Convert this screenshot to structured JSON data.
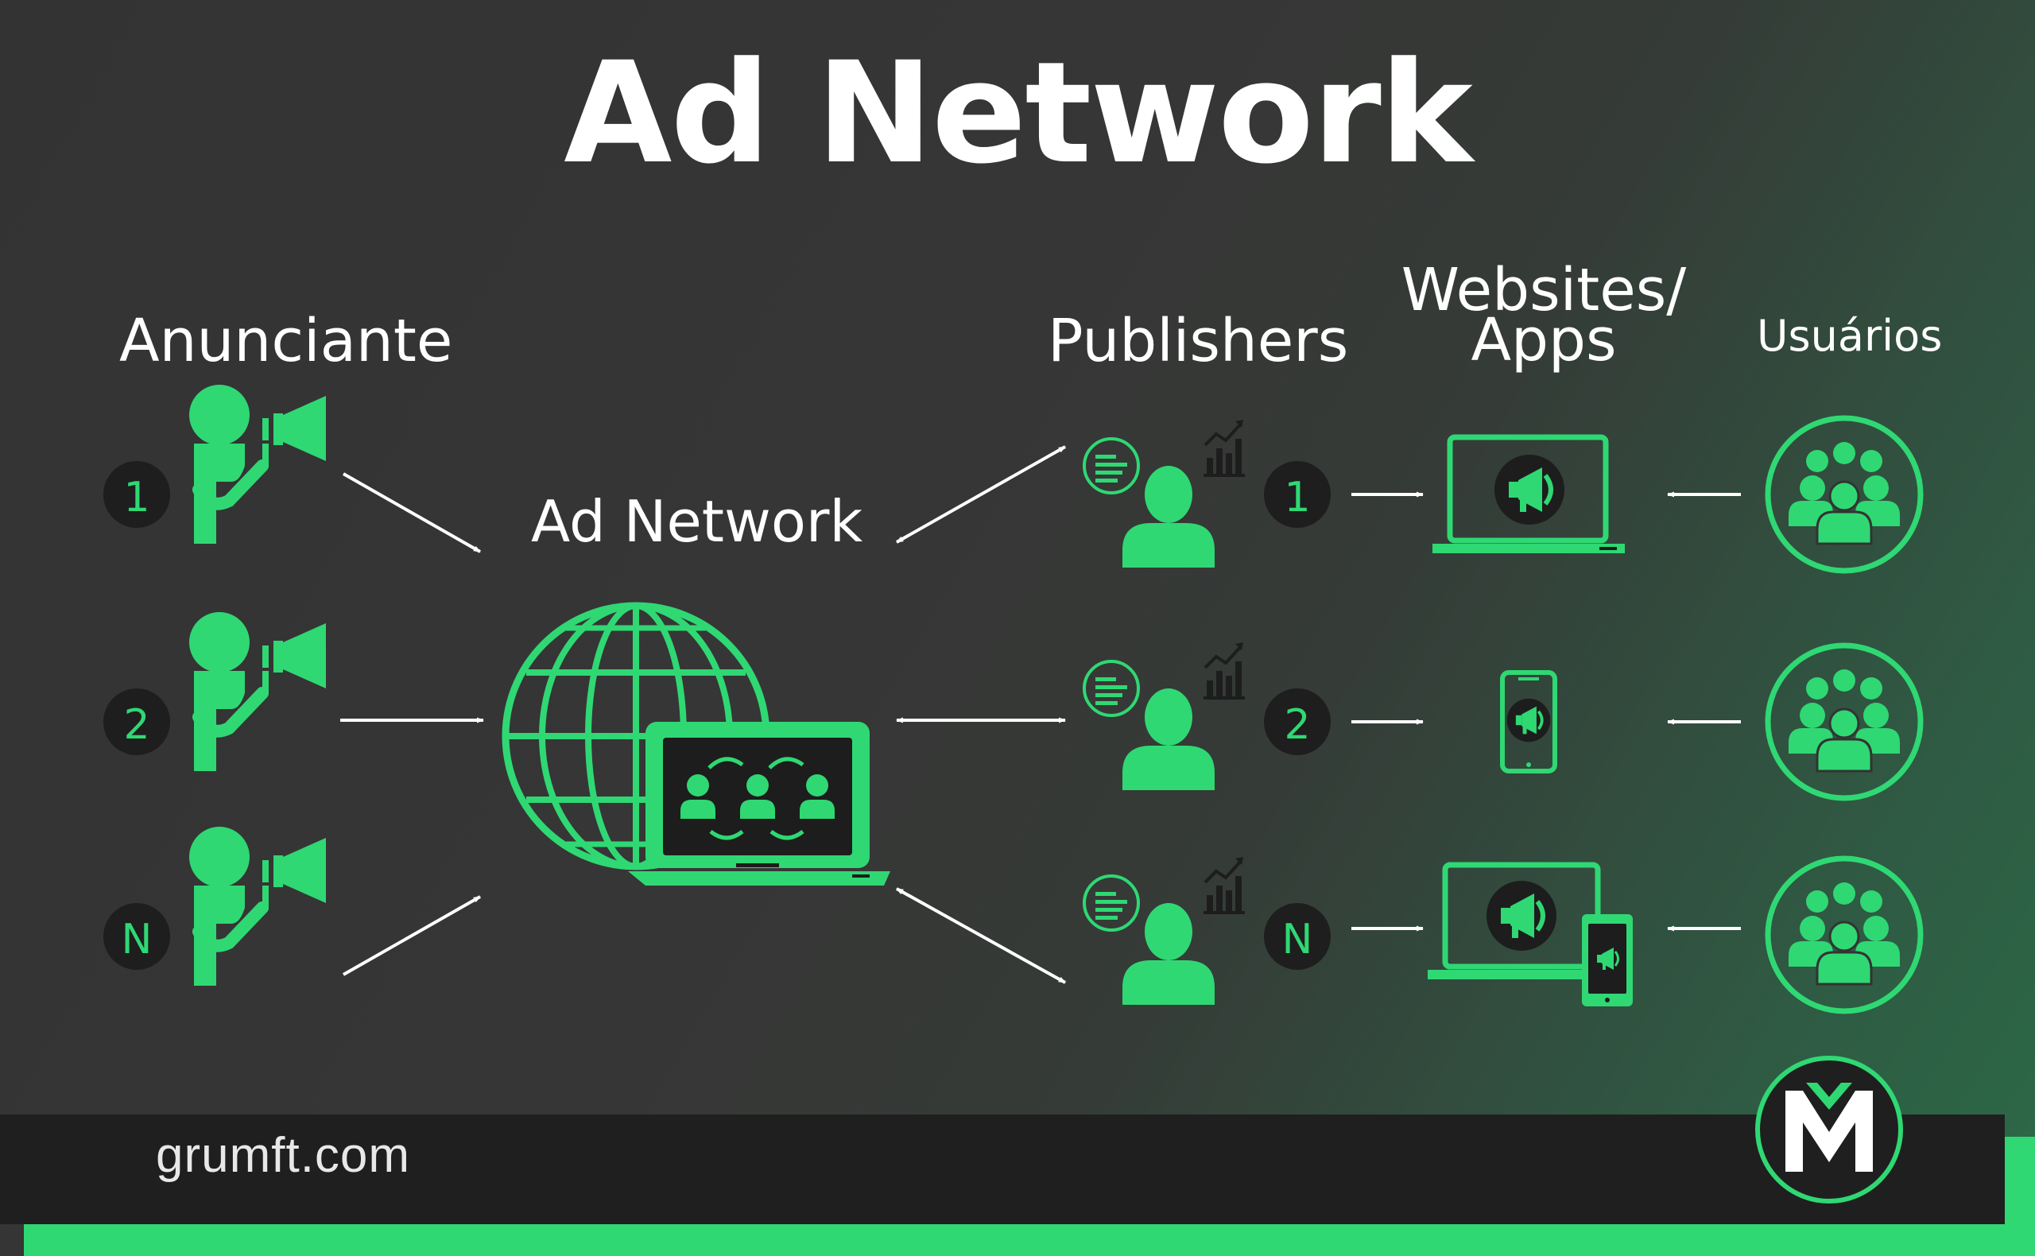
{
  "title": "Ad Network",
  "columns": {
    "anunciante": "Anunciante",
    "publishers": "Publishers",
    "websites_line1": "Websites/",
    "websites_line2": "Apps",
    "usuarios": "Usuários"
  },
  "center_label": "Ad Network",
  "rows": [
    {
      "label": "1"
    },
    {
      "label": "2"
    },
    {
      "label": "N"
    }
  ],
  "footer": {
    "site": "grumft.com",
    "logo_letter": "M"
  },
  "colors": {
    "accent": "#2fd873",
    "background_dark": "#333333",
    "footer_bar": "#1f1f1f",
    "badge": "#1e1e1e",
    "arrow": "#ffffff"
  },
  "icons": [
    "advertiser-megaphone-icon",
    "globe-laptop-network-icon",
    "publisher-icon",
    "laptop-ad-icon",
    "phone-ad-icon",
    "laptop-phone-ad-icon",
    "users-group-icon",
    "logo-icon"
  ]
}
